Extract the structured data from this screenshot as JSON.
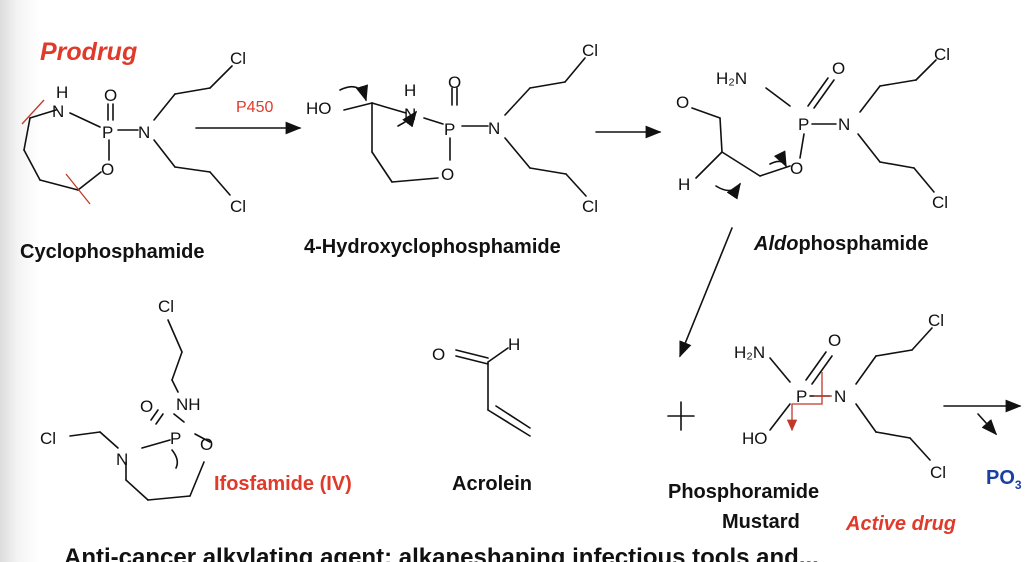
{
  "labels": {
    "prodrug": "Prodrug",
    "p450": "P450",
    "cyclophosphamide": "Cyclophosphamide",
    "hydroxycyclophosphamide": "4-Hydroxyclophosphamide",
    "aldo_italic": "Aldo",
    "aldo_rest": "phosphamide",
    "ifosfamide": "Ifosfamide (IV)",
    "acrolein": "Acrolein",
    "phosphoramide": "Phosphoramide",
    "mustard": "Mustard",
    "active_drug": "Active drug",
    "po3": "PO",
    "po3_sub": "3",
    "bottom_text": "Anti-cancer alkylating agent: alkaneshaping infectious tools and..."
  },
  "atoms": {
    "cl": "Cl",
    "n": "N",
    "h": "H",
    "p": "P",
    "o": "O",
    "ho": "HO",
    "h2n": "H₂N",
    "nh": "NH"
  },
  "colors": {
    "accent_red": "#e03a2a",
    "text": "#111111",
    "po3_blue": "#1a3fa0"
  }
}
